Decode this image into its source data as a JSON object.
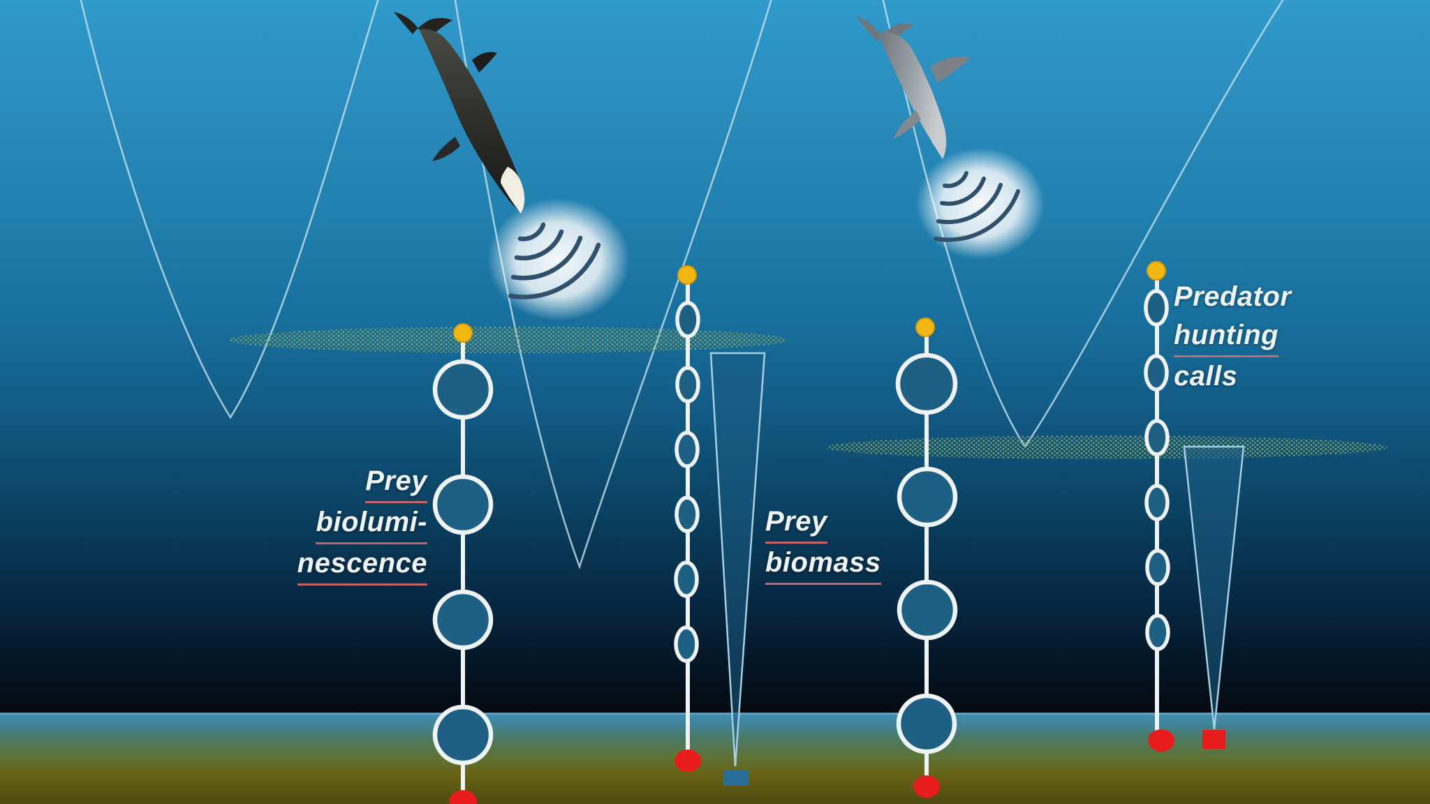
{
  "labels": {
    "bioluminescence": {
      "line1": "Prey",
      "line2": "biolumi-",
      "line3": "nescence"
    },
    "biomass": {
      "line1": "Prey",
      "line2": "biomass"
    },
    "predator_calls": {
      "line1": "Predator",
      "line2": "hunting",
      "line3": "calls"
    }
  },
  "icons": {
    "beaked-whale-icon": "dark beaked whale diving head-down",
    "dolphin-icon": "grey dolphin diving head-down",
    "echolocation-waves-icon": "four concentric sound arcs on white glow",
    "surface-float-icon": "yellow buoy dot",
    "anchor-icon": "red anchor dot",
    "bioluminescence-sensor-icon": "large white ring",
    "chain-link-icon": "small white oval link",
    "echosounder-beam-icon": "upward narrowing beam triangle",
    "scattering-layer-icon": "hatched green horizontal band",
    "dive-track-icon": "thin pale V-shaped dive path line"
  },
  "moorings": [
    {
      "name": "left-bioluminescence-mooring",
      "float": "yellow",
      "sensor_rings": 4,
      "anchor": "red"
    },
    {
      "name": "left-biomass-mooring",
      "float": "yellow",
      "chain_links": 6,
      "anchor": "red",
      "seafloor_instrument": "blue-echosounder"
    },
    {
      "name": "right-bioluminescence-mooring",
      "float": "yellow",
      "sensor_rings": 4,
      "anchor": "red"
    },
    {
      "name": "right-hydrophone-mooring",
      "float": "yellow",
      "chain_links": 6,
      "anchor": "red",
      "seafloor_instrument": "red-echosounder"
    }
  ],
  "scattering_layers": 2,
  "animals": 2,
  "colors": {
    "ocean_top": "#2f9acb",
    "ocean_deep": "#05090f",
    "seafloor_blue": "#4390b4",
    "seafloor_olive": "#686216",
    "float_yellow": "#f3b712",
    "anchor_red": "#e81c1c",
    "instrument_blue": "#2a6d99",
    "instrument_red": "#e81c1c",
    "layer_green": "#8fae62",
    "mooring_white": "#eef4f6",
    "ring_fill": "#1e6084",
    "beam_fill": "#1b5c84",
    "beam_edge": "#a5cfe2",
    "track_line": "#c2e0ee",
    "underline_red": "#d56868",
    "echo_arc": "#30506c"
  }
}
